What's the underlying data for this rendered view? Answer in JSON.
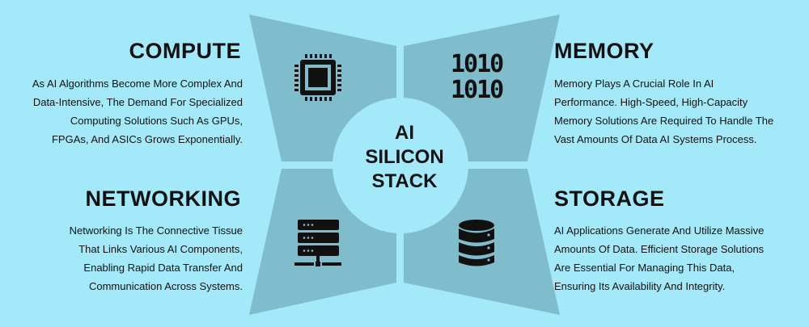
{
  "center_title": [
    "AI",
    "SILICON",
    "STACK"
  ],
  "colors": {
    "background": "#a3e9f9",
    "panel": "#80bdcc",
    "text": "#111111"
  },
  "sections": [
    {
      "title": "COMPUTE",
      "icon": "cpu-chip-icon",
      "text": [
        "As AI Algorithms Become More Complex And",
        "Data-Intensive, The Demand For Specialized",
        "Computing Solutions Such As GPUs,",
        "FPGAs, And ASICs Grows Exponentially."
      ]
    },
    {
      "title": "MEMORY",
      "icon": "binary-icon",
      "icon_text": [
        "1010",
        "1010"
      ],
      "text": [
        "Memory Plays A Crucial Role In AI",
        "Performance. High-Speed, High-Capacity",
        "Memory Solutions Are Required To Handle The",
        "Vast Amounts Of Data AI Systems Process."
      ]
    },
    {
      "title": "NETWORKING",
      "icon": "server-network-icon",
      "text": [
        "Networking Is The Connective Tissue",
        "That Links Various AI Components,",
        "Enabling Rapid Data Transfer And",
        "Communication Across Systems."
      ]
    },
    {
      "title": "STORAGE",
      "icon": "database-icon",
      "text": [
        "AI Applications Generate And Utilize Massive",
        "Amounts Of Data. Efficient Storage Solutions",
        "Are Essential For Managing This Data,",
        "Ensuring Its Availability And Integrity."
      ]
    }
  ]
}
